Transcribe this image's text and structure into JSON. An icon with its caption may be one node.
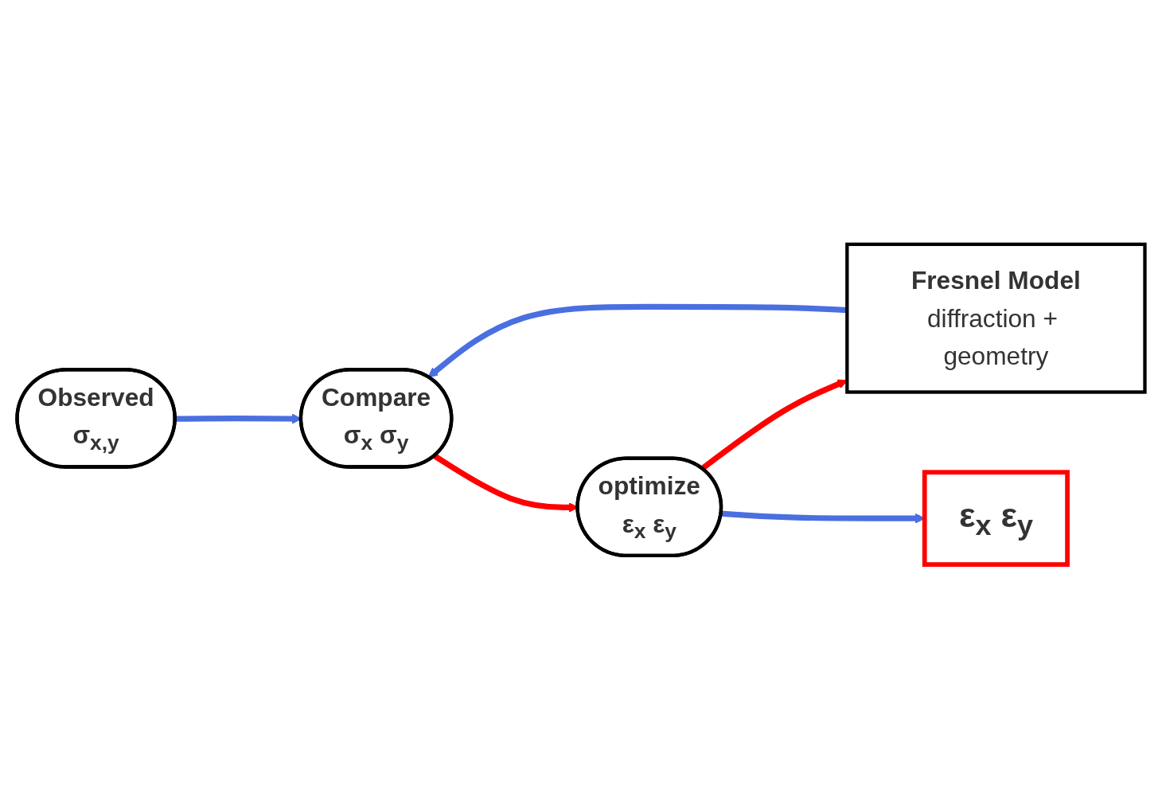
{
  "diagram": {
    "nodes": [
      {
        "text": [
          "Observed",
          "σ$_{x,y}$"
        ]
      },
      {
        "text": [
          "Fresnel Model",
          "diffraction + geometry"
        ]
      },
      {
        "text": [
          "Compare",
          "σ$_{x}$ σ$_{y}$"
        ]
      },
      {
        "text": [
          "optimize",
          "ε$_{x}$ ε$_{y}$"
        ]
      },
      {
        "text": [
          "ε$_{x}$ ε$_{y}$"
        ]
      }
    ],
    "edges": [
      {
        "from": 0,
        "to": 2,
        "arrow": "to"
      },
      {
        "from": 1,
        "to": 2,
        "arrow": "to"
      },
      {
        "from": 2,
        "to": 3,
        "arrow": "to",
        "color": "#ff0000"
      },
      {
        "from": 3,
        "to": 1,
        "arrow": "to",
        "color": "#ff0000"
      },
      {
        "from": 3,
        "to": 4,
        "arrow": "to"
      }
    ]
  }
}
